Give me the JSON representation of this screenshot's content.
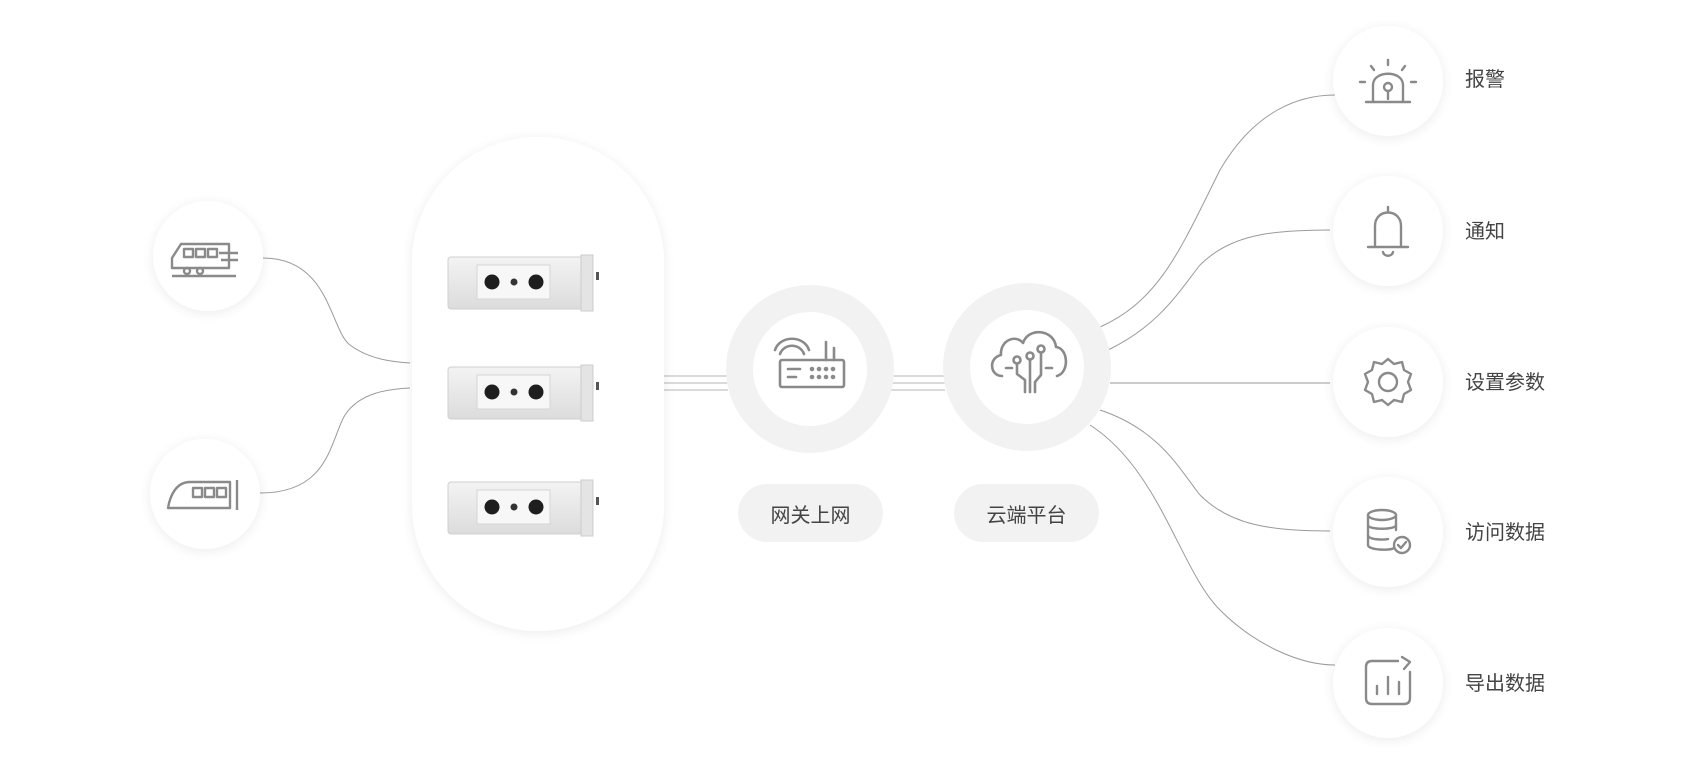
{
  "hub": {
    "gateway_label": "网关上网",
    "cloud_label": "云端平台"
  },
  "inputs": [
    {
      "icon": "train-icon"
    },
    {
      "icon": "bullet-train-icon"
    }
  ],
  "devices": [
    {
      "icon": "sensor-device"
    },
    {
      "icon": "sensor-device"
    },
    {
      "icon": "sensor-device"
    }
  ],
  "outputs": [
    {
      "icon": "alarm-icon",
      "label": "报警"
    },
    {
      "icon": "bell-icon",
      "label": "通知"
    },
    {
      "icon": "gear-icon",
      "label": "设置参数"
    },
    {
      "icon": "database-check-icon",
      "label": "访问数据"
    },
    {
      "icon": "chart-export-icon",
      "label": "导出数据"
    }
  ]
}
